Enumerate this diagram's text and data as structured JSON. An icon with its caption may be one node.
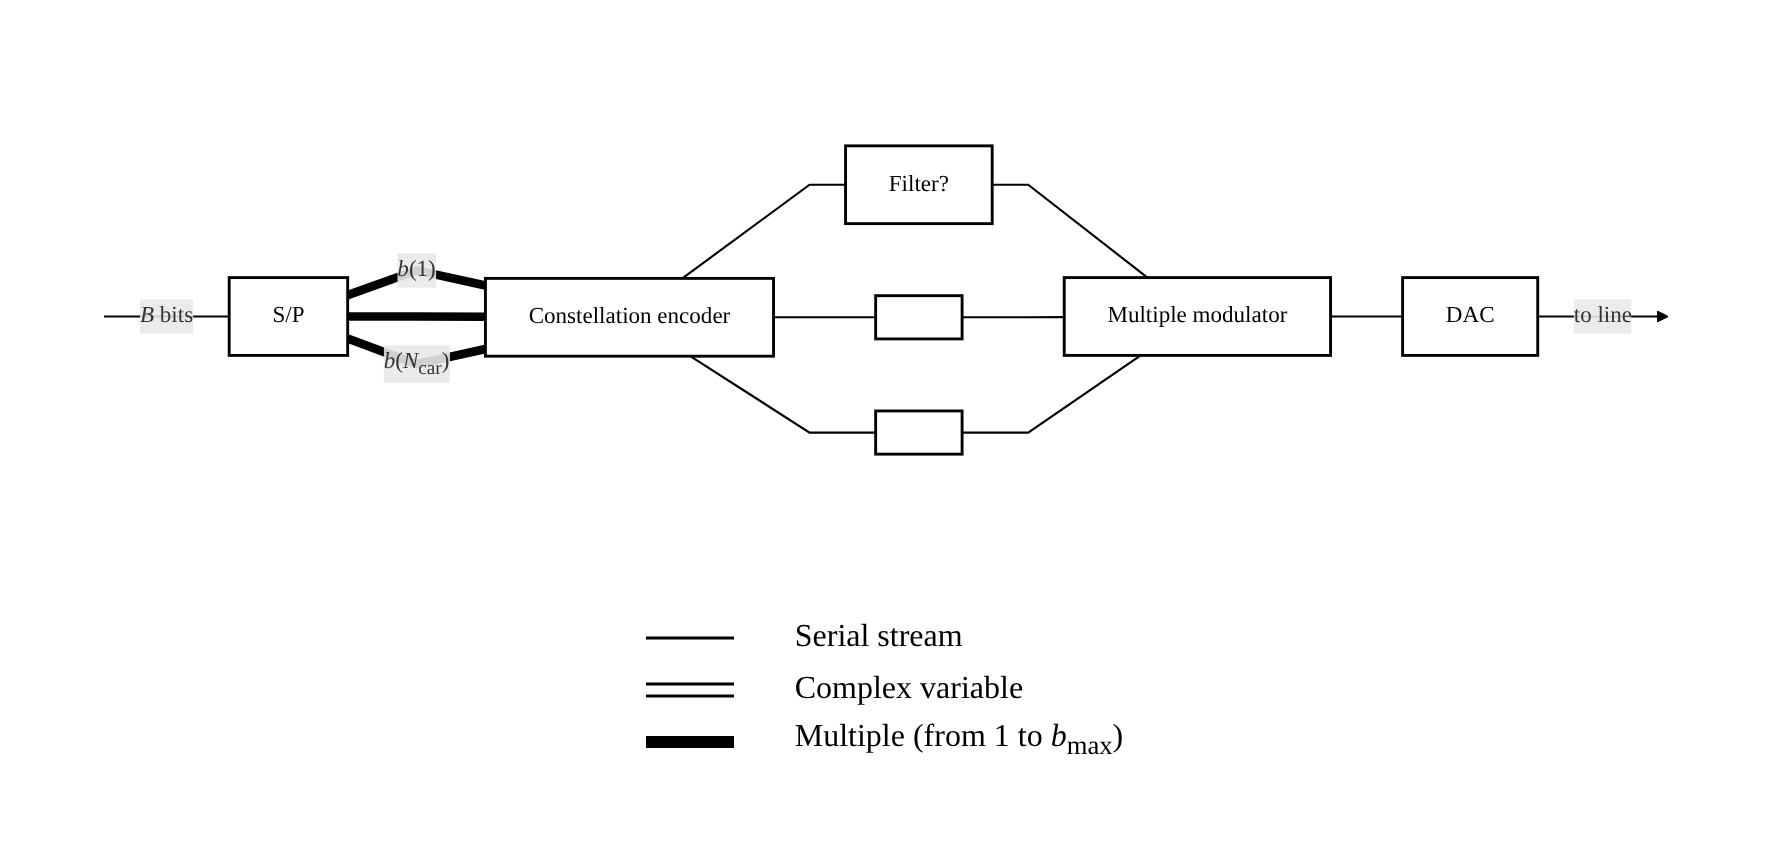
{
  "diagram": {
    "nodes": [
      {
        "text": [
          "S/P"
        ]
      },
      {
        "text": [
          "Constellation encoder"
        ]
      },
      {
        "text": [
          "Filter?"
        ]
      },
      {
        "text": [],
        "shape": "box"
      },
      {
        "text": [],
        "shape": "box"
      },
      {
        "text": [
          "Multiple modulator"
        ]
      },
      {
        "text": [
          "DAC"
        ]
      }
    ],
    "edges": [
      {
        "from": null,
        "to": 0,
        "arrow": "none",
        "label": "*B* bits"
      },
      {
        "from": 0,
        "to": 1,
        "arrow": "none",
        "style": "thick",
        "label": "*b*(1)"
      },
      {
        "from": 0,
        "to": 1,
        "arrow": "none",
        "style": "thick"
      },
      {
        "from": 0,
        "to": 1,
        "arrow": "none",
        "style": "thick",
        "label": "*b*(*N*$_{car}$)"
      },
      {
        "from": 1,
        "to": 2,
        "arrow": "none"
      },
      {
        "from": 1,
        "to": 3,
        "arrow": "none"
      },
      {
        "from": 1,
        "to": 4,
        "arrow": "none"
      },
      {
        "from": 2,
        "to": 5,
        "arrow": "none"
      },
      {
        "from": 3,
        "to": 5,
        "arrow": "none"
      },
      {
        "from": 4,
        "to": 5,
        "arrow": "none"
      },
      {
        "from": 5,
        "to": 6,
        "arrow": "none"
      },
      {
        "from": 6,
        "to": null,
        "arrow": "to",
        "label": "to line"
      }
    ],
    "legend": [
      {
        "text": "Serial stream"
      },
      {
        "text": "Complex variable"
      },
      {
        "text": "Multiple (from 1 to *b*$_{max}$)"
      }
    ]
  }
}
